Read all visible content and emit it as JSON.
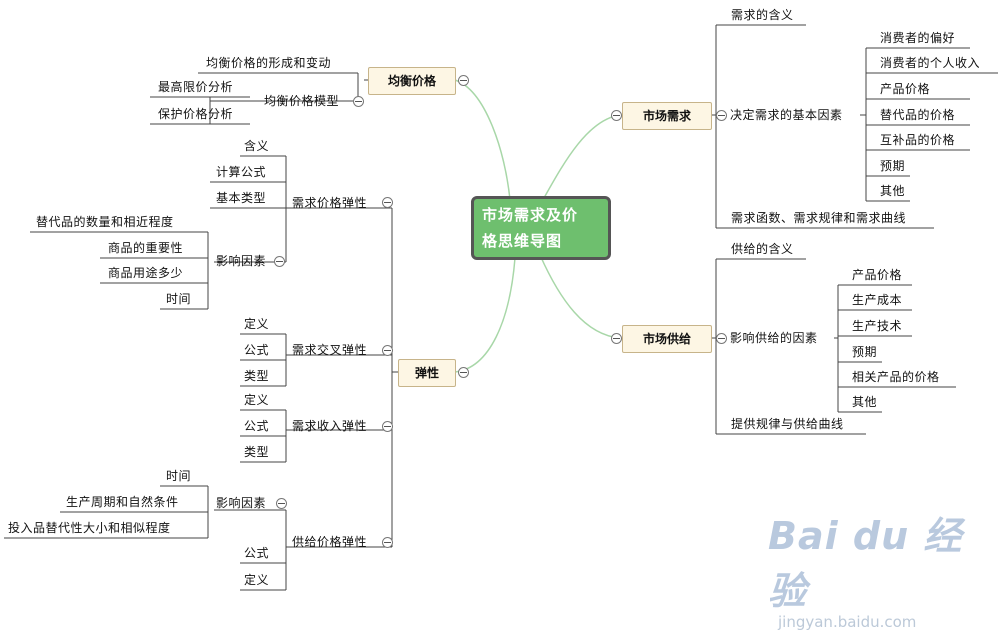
{
  "root": {
    "line1": "市场需求及价",
    "line2": "格思维导图"
  },
  "branches": {
    "demand": {
      "label": "市场需求"
    },
    "supply": {
      "label": "市场供给"
    },
    "equilibrium": {
      "label": "均衡价格"
    },
    "elasticity": {
      "label": "弹性"
    }
  },
  "demand": {
    "meaning": "需求的含义",
    "factors": "决定需求的基本因素",
    "factor_items": [
      "消费者的偏好",
      "消费者的个人收入",
      "产品价格",
      "替代品的价格",
      "互补品的价格",
      "预期",
      "其他"
    ],
    "function": "需求函数、需求规律和需求曲线"
  },
  "supply": {
    "meaning": "供给的含义",
    "factors": "影响供给的因素",
    "factor_items": [
      "产品价格",
      "生产成本",
      "生产技术",
      "预期",
      "相关产品的价格",
      "其他"
    ],
    "law": "提供规律与供给曲线"
  },
  "equilibrium": {
    "formation": "均衡价格的形成和变动",
    "model": "均衡价格模型",
    "model_items": [
      "最高限价分析",
      "保护价格分析"
    ]
  },
  "elasticity": {
    "price": "需求价格弹性",
    "price_items": [
      "含义",
      "计算公式",
      "基本类型"
    ],
    "price_factors": "影响因素",
    "price_factor_items": [
      "替代品的数量和相近程度",
      "商品的重要性",
      "商品用途多少",
      "时间"
    ],
    "cross": "需求交叉弹性",
    "cross_items": [
      "定义",
      "公式",
      "类型"
    ],
    "income": "需求收入弹性",
    "income_items": [
      "定义",
      "公式",
      "类型"
    ],
    "supply": "供给价格弹性",
    "supply_factors": "影响因素",
    "supply_factor_items": [
      "时间",
      "生产周期和自然条件",
      "投入品替代性大小和相似程度"
    ],
    "supply_items": [
      "公式",
      "定义"
    ]
  },
  "watermark": {
    "brand": "Bai du 经验",
    "url": "jingyan.baidu.com"
  },
  "colors": {
    "link": "#a8d7a8",
    "line": "#444444",
    "root": "#6ebf6e",
    "box": "#fdf6e4"
  }
}
